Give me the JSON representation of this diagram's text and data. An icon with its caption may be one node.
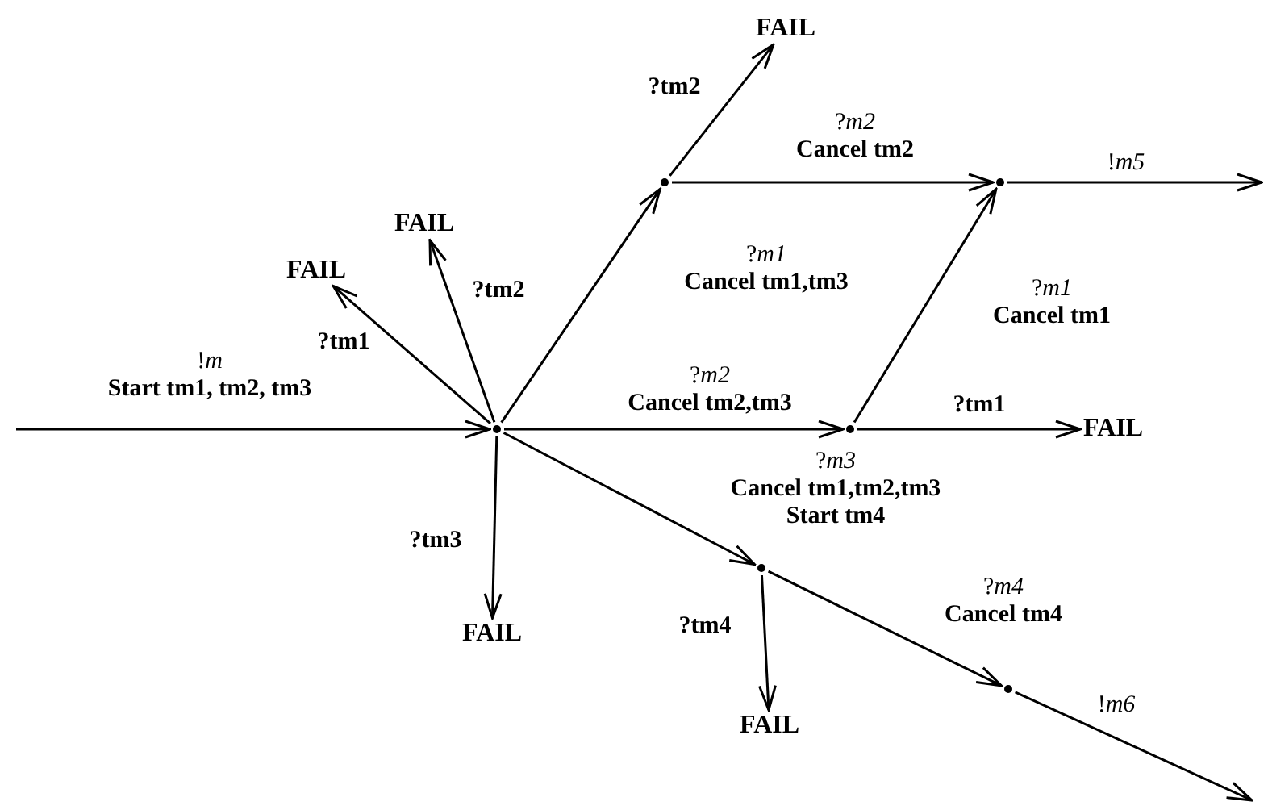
{
  "diagram": {
    "nodes": [
      {
        "text": [
          "FAIL"
        ]
      },
      {
        "text": [
          "FAIL"
        ]
      },
      {
        "text": [
          "FAIL"
        ]
      },
      {
        "text": [],
        "shape": "point"
      },
      {
        "text": [],
        "shape": "point"
      },
      {
        "text": [],
        "shape": "point"
      },
      {
        "text": [],
        "shape": "point"
      },
      {
        "text": [
          "FAIL"
        ]
      },
      {
        "text": [],
        "shape": "point"
      },
      {
        "text": [
          "FAIL"
        ]
      },
      {
        "text": [],
        "shape": "point"
      },
      {
        "text": [
          "FAIL"
        ]
      }
    ],
    "edges": [
      {
        "from": null,
        "to": 5,
        "arrow": "to",
        "label": "!*m* **Start tm1, tm2, tm3**"
      },
      {
        "from": 5,
        "to": 2,
        "arrow": "to",
        "label": "?tm1"
      },
      {
        "from": 5,
        "to": 1,
        "arrow": "to",
        "label": "?tm2"
      },
      {
        "from": 5,
        "to": 3,
        "arrow": "to",
        "label": "?*m1* **Cancel tm1,tm3**"
      },
      {
        "from": 3,
        "to": 0,
        "arrow": "to",
        "label": "?tm2"
      },
      {
        "from": 3,
        "to": 4,
        "arrow": "to",
        "label": "?*m2* **Cancel tm2**"
      },
      {
        "from": 4,
        "to": null,
        "arrow": "to",
        "label": "!*m5*"
      },
      {
        "from": 5,
        "to": 6,
        "arrow": "to",
        "label": "?*m2* **Cancel tm2,tm3**"
      },
      {
        "from": 6,
        "to": 4,
        "arrow": "to",
        "label": "?*m1* **Cancel tm1**"
      },
      {
        "from": 6,
        "to": 7,
        "arrow": "to",
        "label": "?tm1"
      },
      {
        "from": 5,
        "to": 9,
        "arrow": "to",
        "label": "?tm3"
      },
      {
        "from": 5,
        "to": 8,
        "arrow": "to",
        "label": "?*m3* **Cancel tm1,tm2,tm3** **Start tm4**"
      },
      {
        "from": 8,
        "to": 11,
        "arrow": "to",
        "label": "?tm4"
      },
      {
        "from": 8,
        "to": 10,
        "arrow": "to",
        "label": "?*m4* **Cancel tm4**"
      },
      {
        "from": 10,
        "to": null,
        "arrow": "to",
        "label": "!*m6*"
      }
    ]
  }
}
